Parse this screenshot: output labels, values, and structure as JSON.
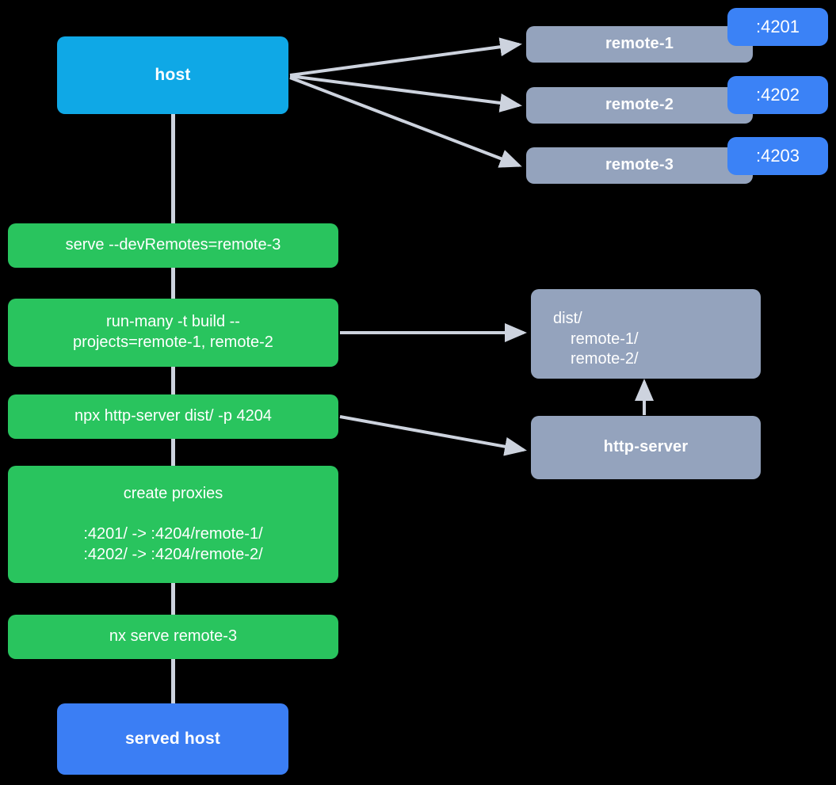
{
  "diagram": {
    "title": "nx module federation dev serve flow",
    "background": "#000000",
    "colors": {
      "host": "#0fa8e6",
      "served_host": "#3b7ef4",
      "command": "#29c45e",
      "gray": "#94a3bd",
      "port_badge": "#3b82f6",
      "edge": "#cdd3de",
      "text": "#ffffff"
    }
  },
  "nodes": {
    "host": {
      "label": "host"
    },
    "served_host": {
      "label": "served host"
    },
    "remotes": [
      {
        "label": "remote-1",
        "port": ":4201"
      },
      {
        "label": "remote-2",
        "port": ":4202"
      },
      {
        "label": "remote-3",
        "port": ":4203"
      }
    ],
    "commands": [
      {
        "id": "serve",
        "lines": [
          "serve --devRemotes=remote-3"
        ]
      },
      {
        "id": "run-many",
        "lines": [
          "run-many -t build --",
          "projects=remote-1, remote-2"
        ]
      },
      {
        "id": "http-server-cmd",
        "lines": [
          "npx http-server dist/ -p 4204"
        ]
      },
      {
        "id": "create-proxies",
        "title": "create proxies",
        "lines": [
          ":4201/ -> :4204/remote-1/",
          ":4202/ -> :4204/remote-2/"
        ]
      },
      {
        "id": "nx-serve",
        "lines": [
          "nx serve remote-3"
        ]
      }
    ],
    "dist": {
      "root": "dist/",
      "children": [
        "remote-1/",
        "remote-2/"
      ]
    },
    "http_server": {
      "label": "http-server"
    }
  },
  "edges": [
    {
      "from": "host",
      "to": "remote-1",
      "kind": "arrow"
    },
    {
      "from": "host",
      "to": "remote-2",
      "kind": "arrow"
    },
    {
      "from": "host",
      "to": "remote-3",
      "kind": "arrow"
    },
    {
      "from": "run-many",
      "to": "dist",
      "kind": "arrow"
    },
    {
      "from": "http-server-cmd",
      "to": "http-server",
      "kind": "arrow"
    },
    {
      "from": "http-server",
      "to": "dist",
      "kind": "arrow"
    },
    {
      "from": "host",
      "to": "served-host",
      "kind": "spine"
    }
  ]
}
